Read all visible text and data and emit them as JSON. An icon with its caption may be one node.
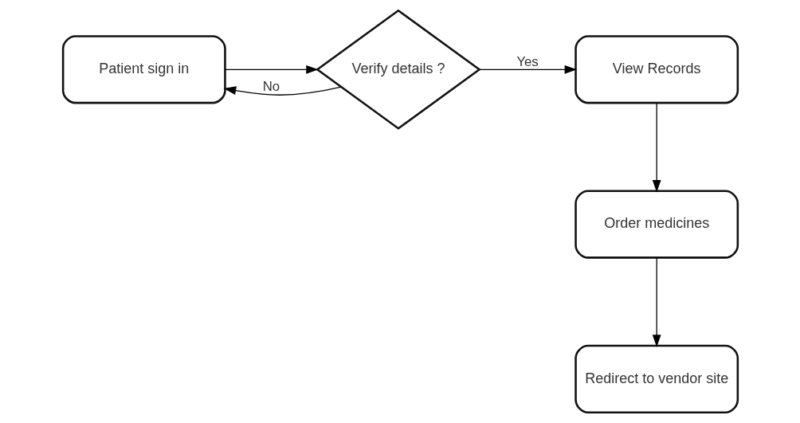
{
  "diagram": {
    "nodes": [
      {
        "text": [
          "Patient sign in"
        ]
      },
      {
        "text": [
          "Verify details ?"
        ]
      },
      {
        "text": [
          "View Records"
        ]
      },
      {
        "text": [
          "Order medicines"
        ]
      },
      {
        "text": [
          "Redirect to vendor site"
        ]
      }
    ],
    "edges": [
      {
        "from": 0,
        "to": 1,
        "arrow": "to"
      },
      {
        "from": 1,
        "to": 2,
        "arrow": "to",
        "label": "Yes"
      },
      {
        "from": 1,
        "to": 0,
        "arrow": "to",
        "label": "No"
      },
      {
        "from": 2,
        "to": 3,
        "arrow": "to"
      },
      {
        "from": 3,
        "to": 4,
        "arrow": "to"
      }
    ]
  }
}
